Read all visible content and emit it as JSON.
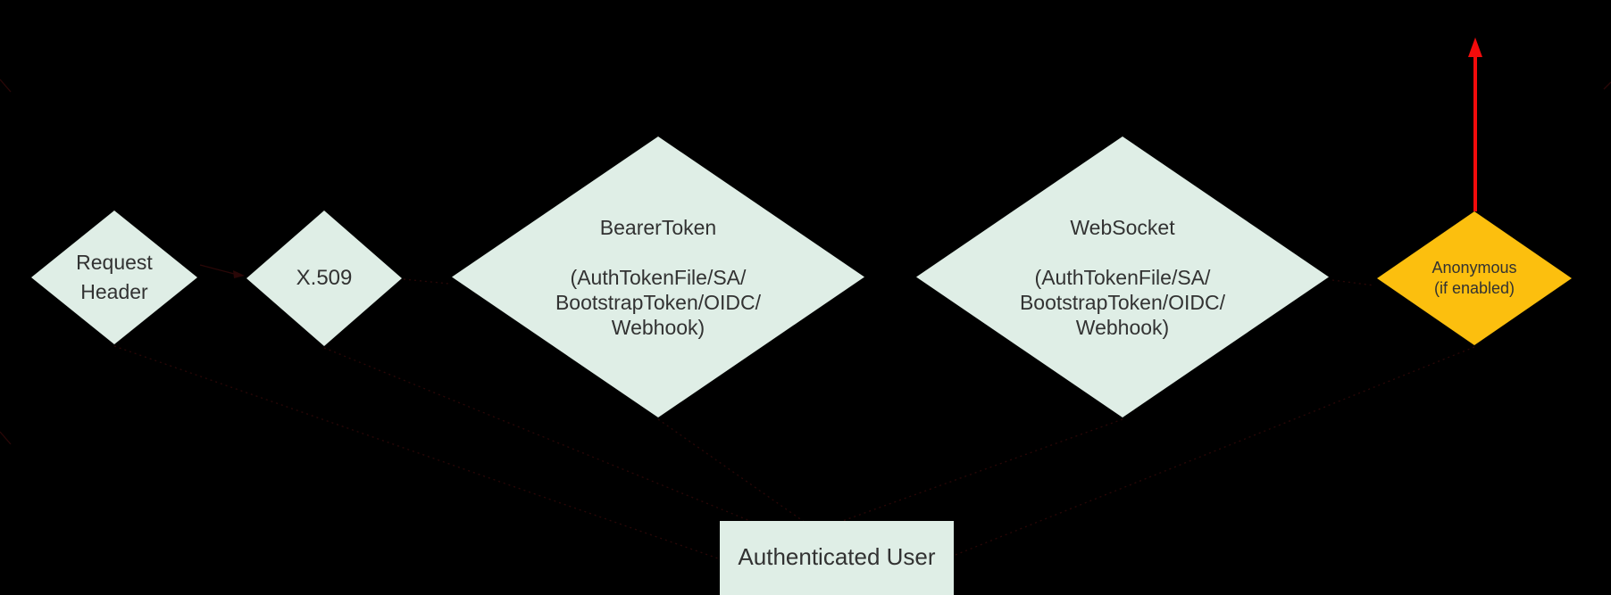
{
  "nodes": {
    "request_header": {
      "lines": [
        "Request",
        "Header"
      ]
    },
    "x509": {
      "label": "X.509"
    },
    "bearer_token": {
      "title": "BearerToken",
      "details": [
        "(AuthTokenFile/SA/",
        "BootstrapToken/OIDC/",
        "Webhook)"
      ]
    },
    "websocket": {
      "title": "WebSocket",
      "details": [
        "(AuthTokenFile/SA/",
        "BootstrapToken/OIDC/",
        "Webhook)"
      ]
    },
    "anonymous": {
      "lines": [
        "Anonymous",
        "(if enabled)"
      ]
    }
  },
  "result_box": {
    "label": "Authenticated User"
  },
  "icons": {
    "reject_up_arrow": "↑"
  },
  "colors": {
    "background": "#000000",
    "node_fill": "#dfeee6",
    "anonymous_fill": "#fcbf0e",
    "reject_arrow": "#f30b0b",
    "faint_connector": "#2a0707",
    "text": "#323232"
  }
}
